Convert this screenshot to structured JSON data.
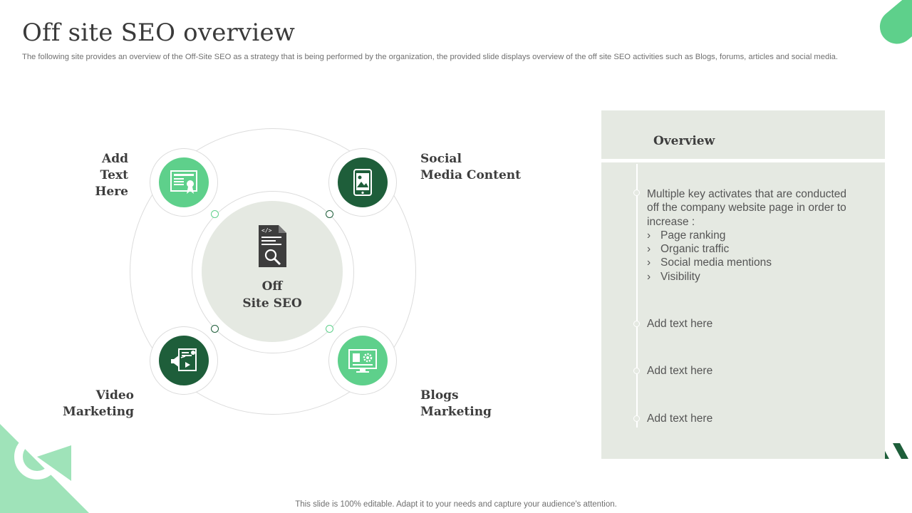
{
  "title": "Off site SEO overview",
  "subtitle": "The following site provides an overview of the Off-Site SEO as a strategy that is being performed by the organization, the provided slide displays overview of the off site SEO activities such as Blogs, forums, articles and social media.",
  "center": {
    "line1": "Off",
    "line2": "Site SEO"
  },
  "nodes": {
    "top_left": {
      "line1": "Add",
      "line2": "Text Here"
    },
    "top_right": {
      "line1": "Social",
      "line2": "Media Content"
    },
    "bottom_left": {
      "line1": "Video",
      "line2": "Marketing"
    },
    "bottom_right": {
      "line1": "Blogs",
      "line2": "Marketing"
    }
  },
  "overview": {
    "heading": "Overview",
    "intro": "Multiple key activates that are conducted off the company website page in order to increase :",
    "bullet_char": "›",
    "bullets": [
      "Page ranking",
      "Organic traffic",
      "Social media mentions",
      "Visibility"
    ],
    "items": [
      "Add text here",
      "Add text here",
      "Add text here"
    ]
  },
  "footer": "This slide is 100% editable. Adapt it to your needs and capture your audience's attention.",
  "colors": {
    "light_green": "#5ed08b",
    "dark_green": "#1e5e3a",
    "panel": "#e5e9e2"
  },
  "icons": {
    "center": "document-search-icon",
    "top_left": "certificate-icon",
    "top_right": "mobile-media-icon",
    "bottom_left": "video-marketing-icon",
    "bottom_right": "blog-monitor-icon"
  }
}
